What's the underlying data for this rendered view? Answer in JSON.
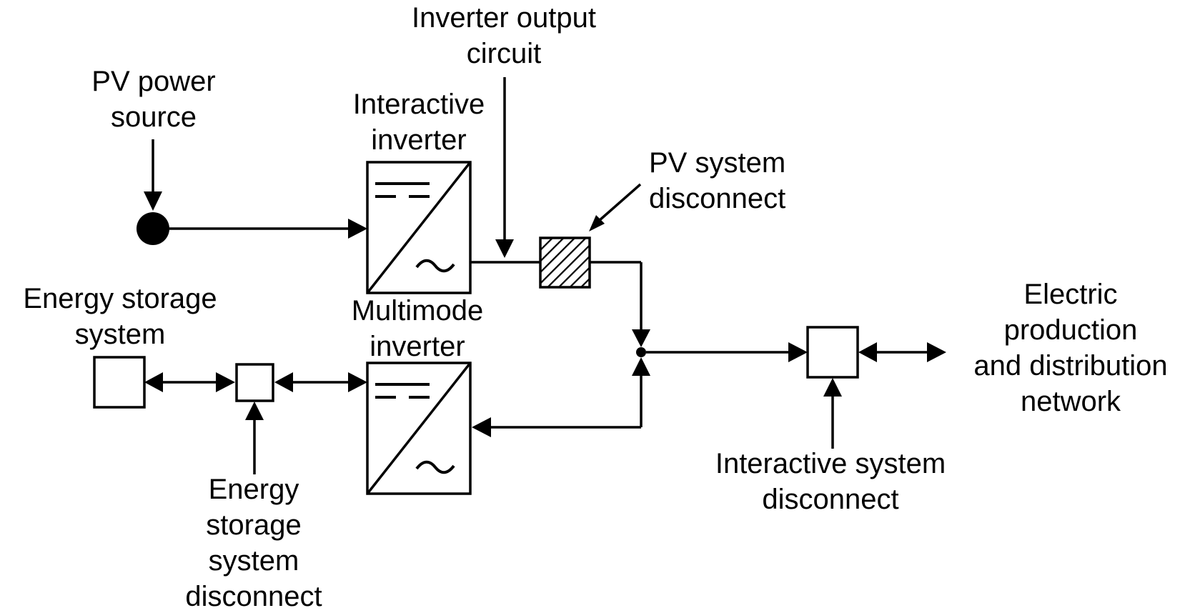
{
  "labels": {
    "pv_power_source": [
      "PV power",
      "source"
    ],
    "inverter_output_circuit": [
      "Inverter output",
      "circuit"
    ],
    "interactive_inverter": [
      "Interactive",
      "inverter"
    ],
    "pv_system_disconnect": [
      "PV system",
      "disconnect"
    ],
    "energy_storage_system": [
      "Energy storage",
      "system"
    ],
    "multimode_inverter": [
      "Multimode",
      "inverter"
    ],
    "electric_network": [
      "Electric",
      "production",
      "and distribution",
      "network"
    ],
    "interactive_system_disconnect": [
      "Interactive system",
      "disconnect"
    ],
    "energy_storage_disconnect": [
      "Energy",
      "storage",
      "system",
      "disconnect"
    ]
  },
  "colors": {
    "ink": "#000000",
    "background": "#ffffff"
  }
}
